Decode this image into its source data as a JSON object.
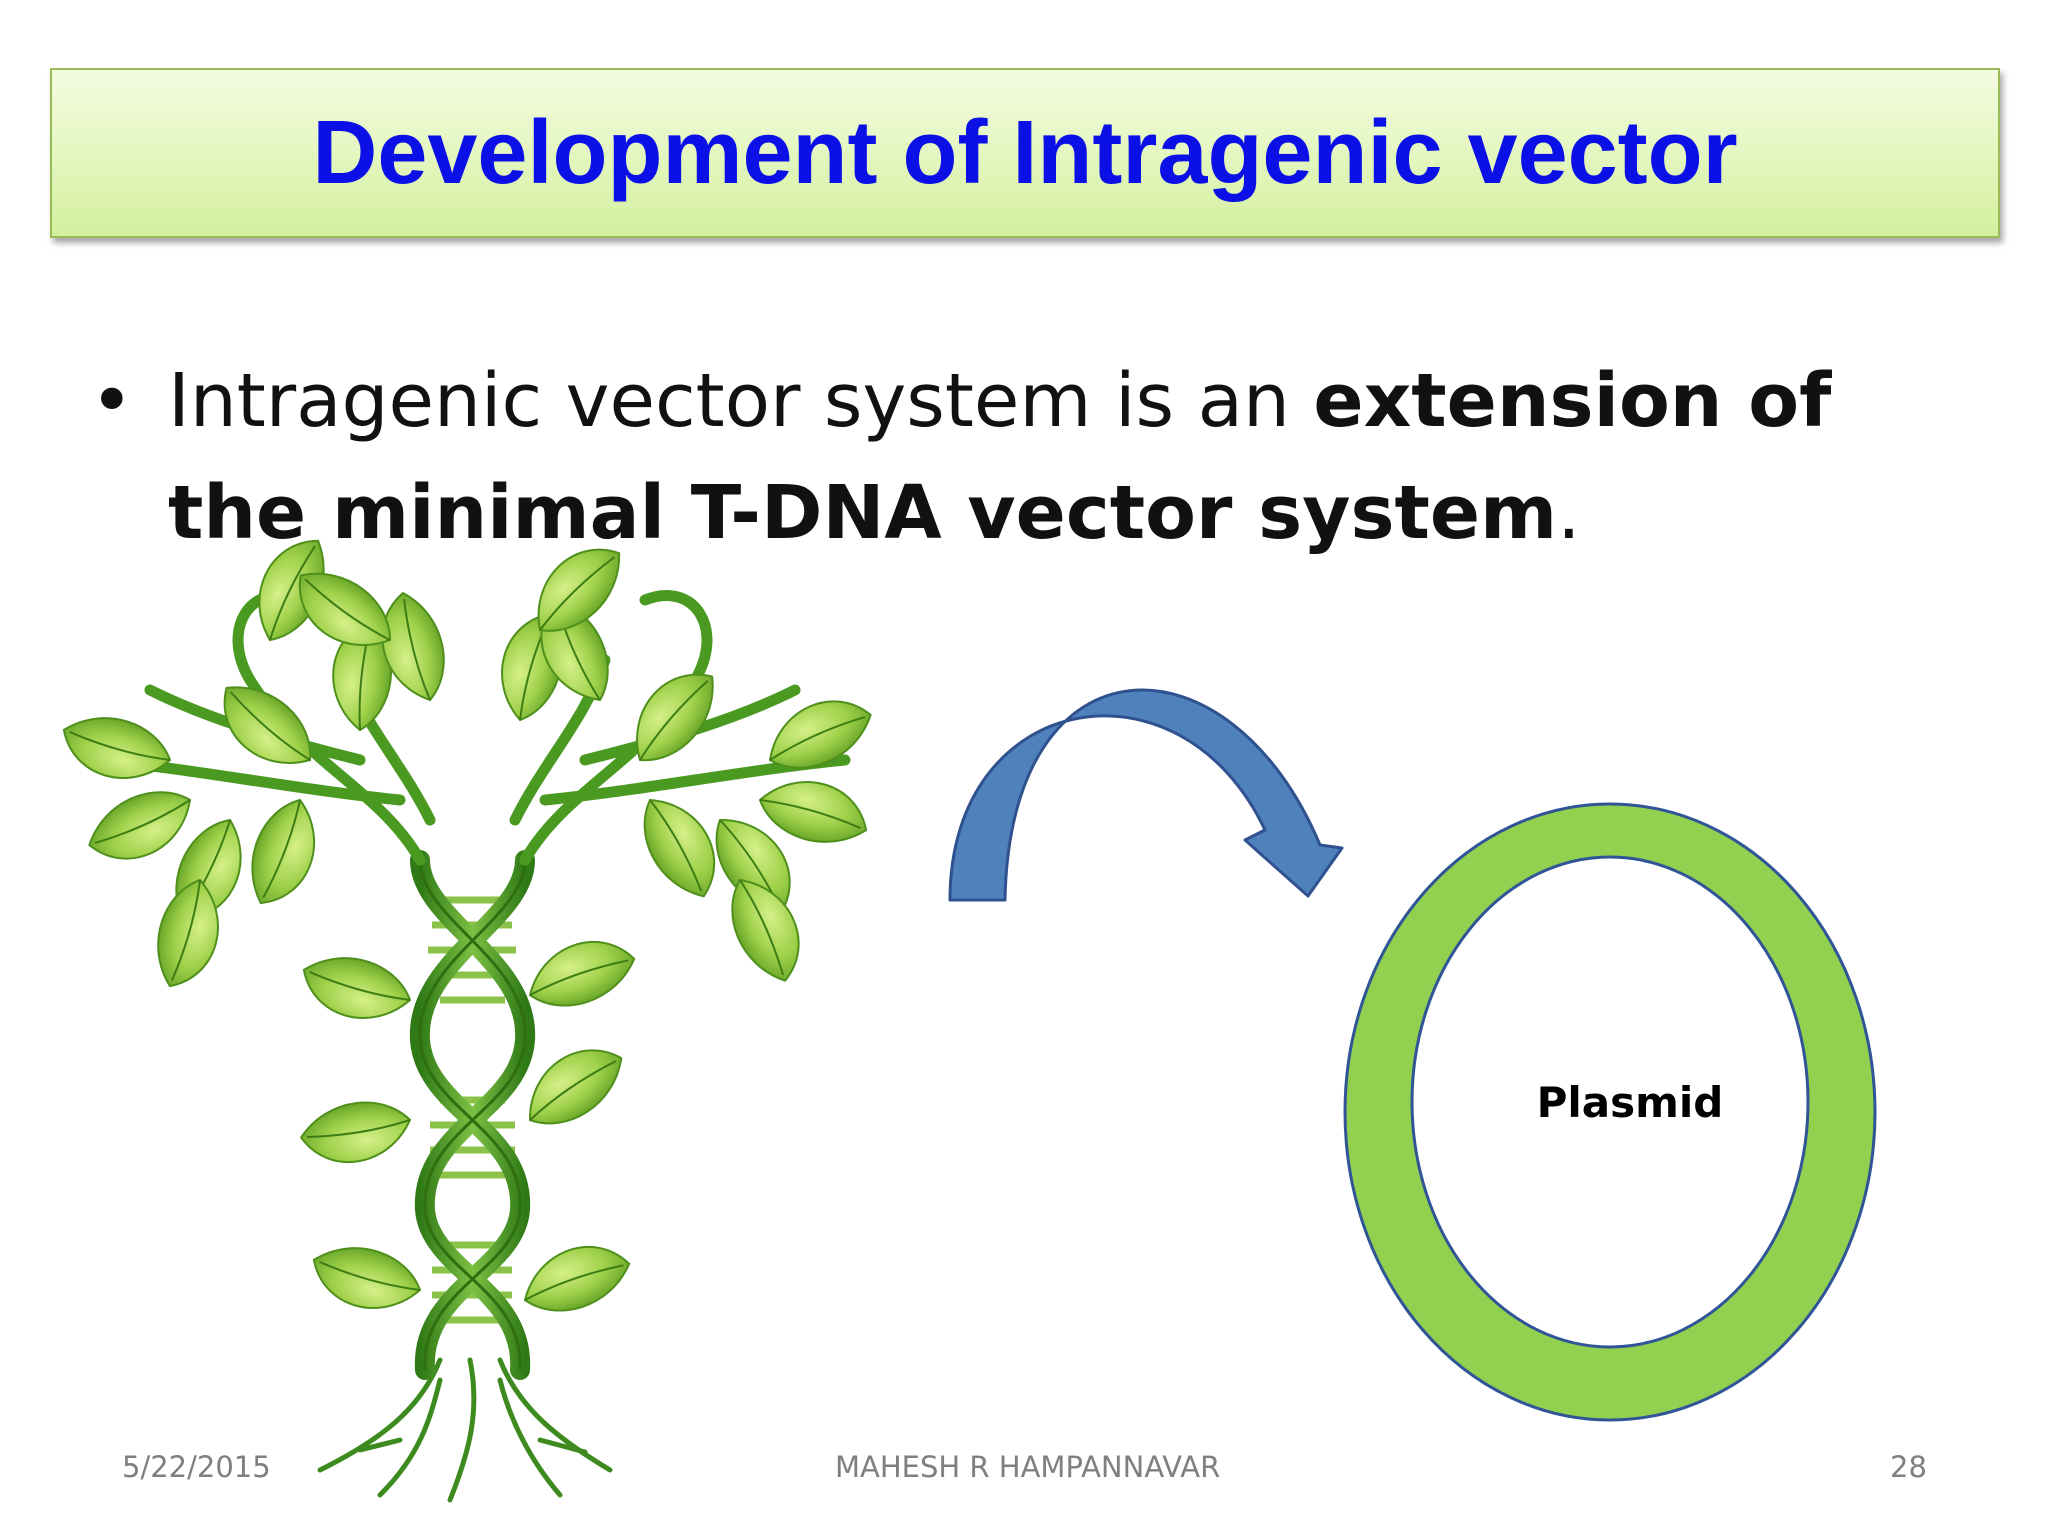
{
  "slide": {
    "title": "Development of Intragenic vector",
    "bullet": {
      "marker": "•",
      "text_before": "Intragenic vector system is an ",
      "text_bold": "extension of the minimal T-DNA vector system",
      "text_after": "."
    },
    "diagram": {
      "plasmid_label": "Plasmid"
    },
    "footer": {
      "date": "5/22/2015",
      "author": "MAHESH R HAMPANNAVAR",
      "page_number": "28"
    }
  },
  "colors": {
    "title_text": "#0a10e6",
    "title_border": "#9bbb59",
    "arrow_fill": "#4f81bd",
    "plasmid_ring": "#92d050",
    "plasmid_outline": "#2f5597",
    "leaf_green": "#7cb82f",
    "stem_green": "#3d8b1e",
    "footer_text": "#7f7f7f"
  },
  "icons": {
    "illustration": "dna-plant-icon",
    "arrow": "curved-arrow-icon"
  }
}
